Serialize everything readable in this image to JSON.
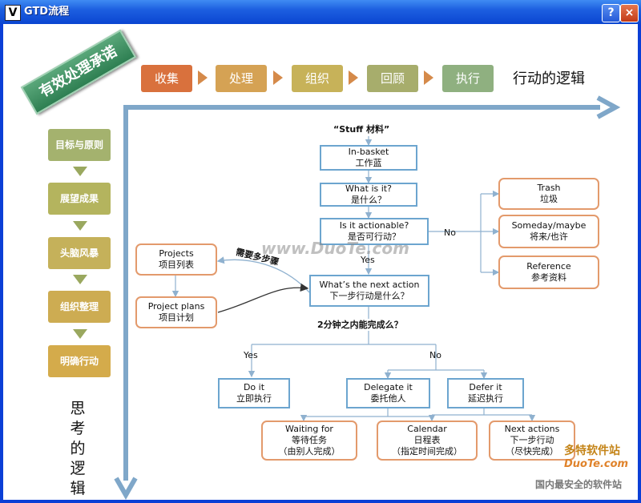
{
  "window": {
    "title": "GTD流程",
    "app_icon": "V",
    "help_label": "?",
    "close_label": "×"
  },
  "banner": {
    "text": "有效处理承诺"
  },
  "action_steps": [
    "收集",
    "处理",
    "组织",
    "回顾",
    "执行"
  ],
  "action_logic_label": "行动的逻辑",
  "thinking_steps": [
    "目标与原则",
    "展望成果",
    "头脑风暴",
    "组织整理",
    "明确行动"
  ],
  "thinking_logic_chars": [
    "思",
    "考",
    "的",
    "逻",
    "辑"
  ],
  "flow": {
    "stuff": "“Stuff 材料”",
    "inbasket": {
      "en": "In-basket",
      "zh": "工作蓝"
    },
    "whatis": {
      "en": "What is it?",
      "zh": "是什么？"
    },
    "actionable": {
      "en": "Is it actionable?",
      "zh": "是否可行动？"
    },
    "no_label": "No",
    "yes_label": "Yes",
    "trash": {
      "en": "Trash",
      "zh": "垃圾"
    },
    "someday": {
      "en": "Someday/maybe",
      "zh": "将来/也许"
    },
    "reference": {
      "en": "Reference",
      "zh": "参考资料"
    },
    "projects": {
      "en": "Projects",
      "zh": "项目列表"
    },
    "project_plans": {
      "en": "Project plans",
      "zh": "项目计划"
    },
    "multistep": "需要多步骤",
    "next_action": {
      "en": "What’s the next action",
      "zh": "下一步行动是什么？"
    },
    "two_min": "2分钟之内能完成么？",
    "yes2": "Yes",
    "no2": "No",
    "do_it": {
      "en": "Do it",
      "zh": "立即执行"
    },
    "delegate": {
      "en": "Delegate  it",
      "zh": "委托他人"
    },
    "defer": {
      "en": "Defer  it",
      "zh": "延迟执行"
    },
    "waiting": {
      "en": "Waiting for",
      "zh": "等待任务",
      "note": "（由别人完成）"
    },
    "calendar": {
      "en": "Calendar",
      "zh": "日程表",
      "note": "（指定时间完成）"
    },
    "next_actions": {
      "en": "Next actions",
      "zh": "下一步行动",
      "note": "（尽快完成）"
    }
  },
  "watermark": {
    "site": "www.DuoTe.com",
    "brand": "多特软件站",
    "brand_url": "DuoTe.com",
    "slogan": "国内最安全的软件站"
  },
  "colors": {
    "titlebar": "#0a45d1",
    "box_border": "#6ca5cf",
    "orange_border": "#e39a6c",
    "axis": "#7fa7c9"
  }
}
